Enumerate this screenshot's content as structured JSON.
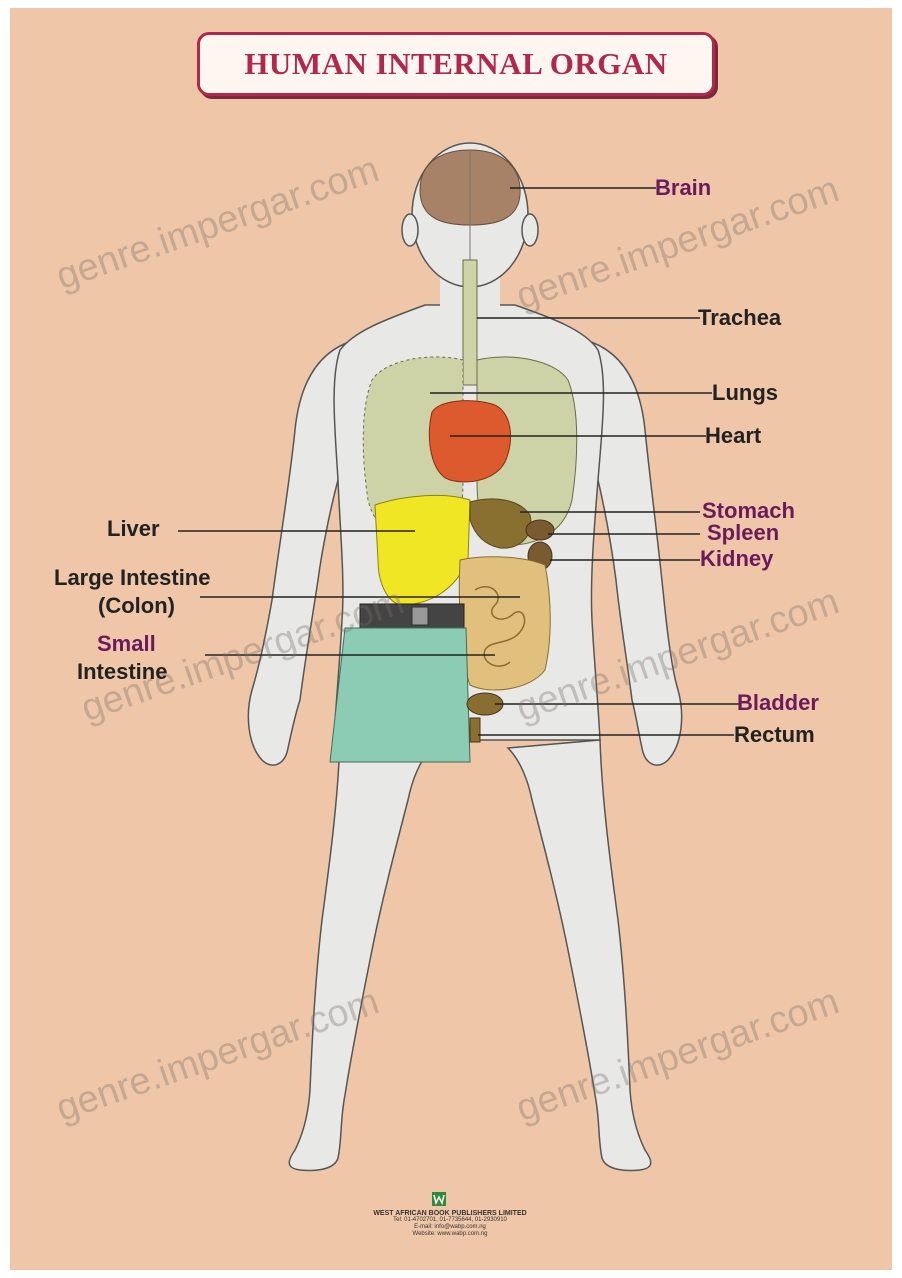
{
  "poster": {
    "title": "HUMAN INTERNAL ORGAN",
    "colors": {
      "background": "#efc7a8",
      "title_border": "#b0284a",
      "skin": "#e8e8e6",
      "brain": "#a88266",
      "lungs": "#cdd3a6",
      "heart": "#dc5a2e",
      "liver": "#f1e623",
      "intestine": "#e0c07c",
      "shorts": "#8ccbb4"
    },
    "labels": {
      "brain": "Brain",
      "trachea": "Trachea",
      "lungs": "Lungs",
      "heart": "Heart",
      "stomach": "Stomach",
      "spleen": "Spleen",
      "kidney": "Kidney",
      "liver": "Liver",
      "large_intestine_1": "Large Intestine",
      "large_intestine_2": "(Colon)",
      "small_intestine_1": "Small",
      "small_intestine_2": "Intestine",
      "bladder": "Bladder",
      "rectum": "Rectum"
    },
    "watermark": "genre.impergar.com",
    "publisher": {
      "name": "WEST AFRICAN BOOK PUBLISHERS LIMITED",
      "line2": "Tel: 01-4702701, 01-7735644, 01-2930910",
      "line3": "E-mail: info@wabp.com.ng",
      "line4": "Website: www.wabp.com.ng"
    }
  }
}
